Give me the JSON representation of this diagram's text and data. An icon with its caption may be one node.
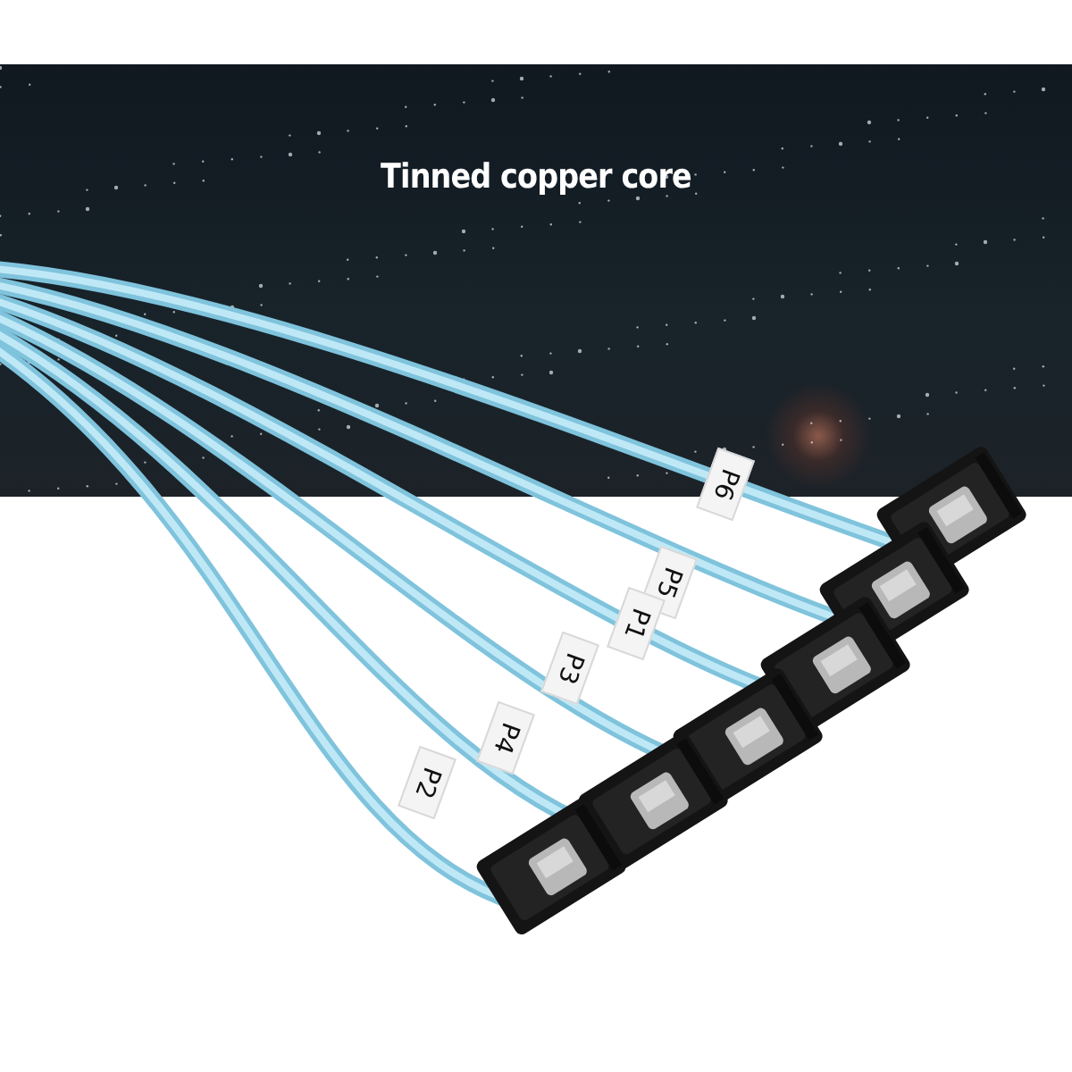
{
  "diagram": {
    "title": "Tinned copper core",
    "labels": [
      "P6",
      "P5",
      "P1",
      "P3",
      "P4",
      "P2"
    ]
  }
}
